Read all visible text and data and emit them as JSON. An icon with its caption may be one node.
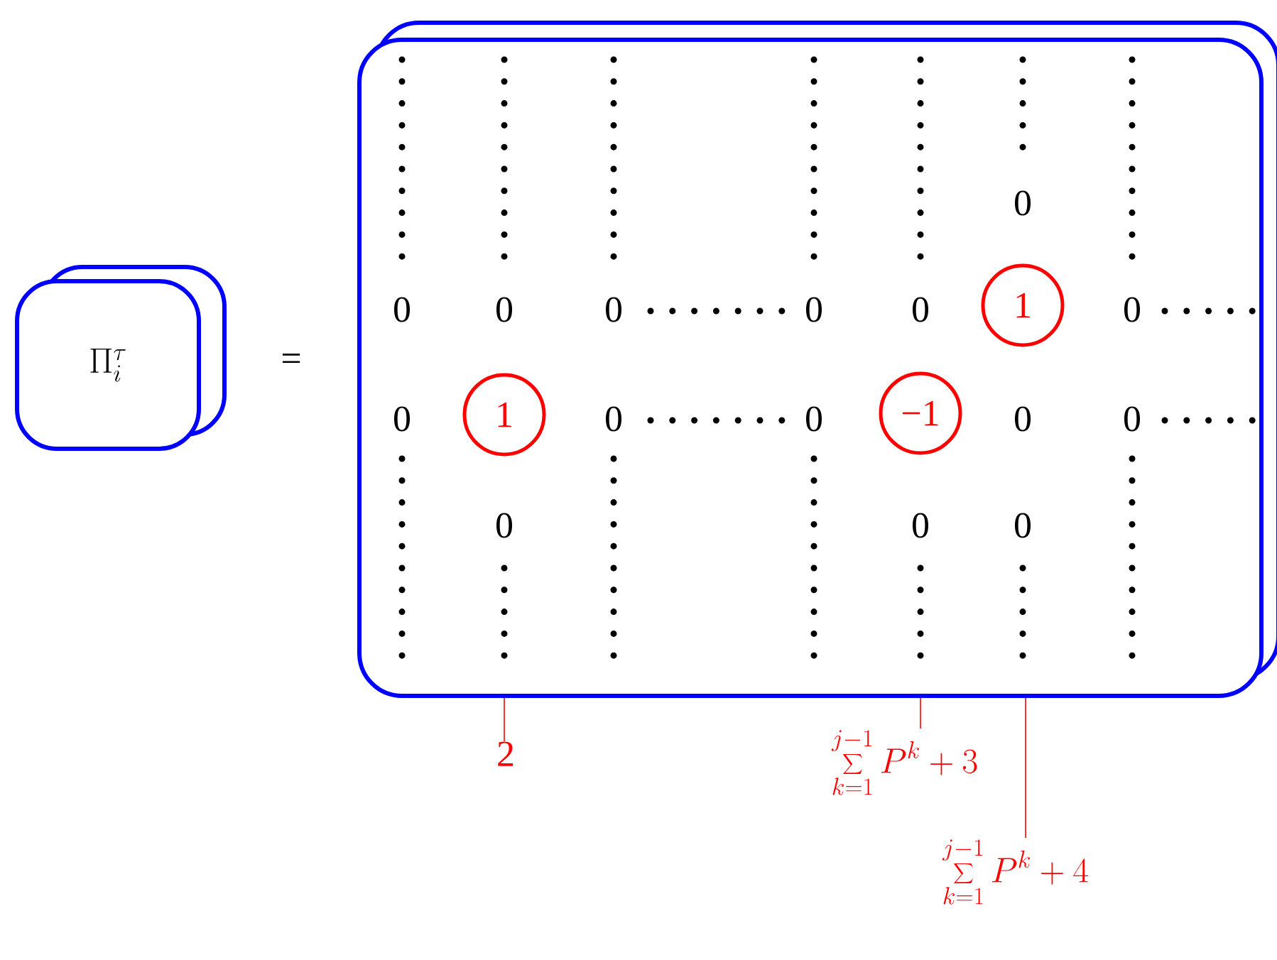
{
  "diagram": {
    "nodes": [
      {
        "text": [
          "\\Pi_i^\\tau"
        ]
      },
      {
        "text": [],
        "shape": "box"
      },
      {
        "text": [
          "1"
        ],
        "in": 1
      },
      {
        "text": [
          "1"
        ],
        "in": 1
      },
      {
        "text": [
          "−1"
        ],
        "in": 1
      },
      {
        "text": [
          "2"
        ]
      },
      {
        "text": [
          "\\sum_{k=1}^{j-1}P^{k}+3"
        ]
      },
      {
        "text": [
          "\\sum_{k=1}^{j-1}P^{k}+4"
        ]
      }
    ],
    "edges": [
      {
        "from": 5,
        "to": 1,
        "arrow": "none"
      },
      {
        "from": 6,
        "to": 1,
        "arrow": "none"
      },
      {
        "from": 7,
        "to": 1,
        "arrow": "none"
      }
    ],
    "labels": [
      "=",
      "0",
      "0",
      "0",
      "0",
      "0",
      "0",
      "0",
      "0",
      "0",
      "0",
      "0",
      "0",
      "0",
      "0",
      "0"
    ]
  }
}
